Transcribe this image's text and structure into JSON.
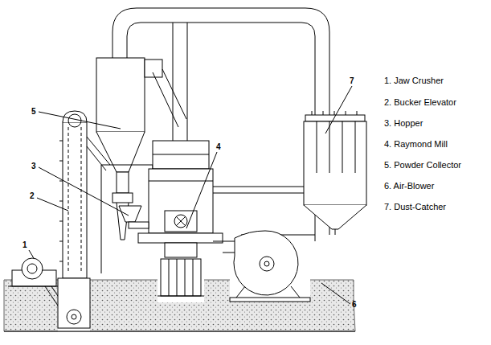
{
  "diagram": {
    "labels": [
      "1",
      "2",
      "3",
      "4",
      "5",
      "6",
      "7",
      "1. Jaw Crusher",
      "2. Bucker Elevator",
      "3. Hopper",
      "4. Raymond Mill",
      "5. Powder Collector",
      "6. Air-Blower",
      "7. Dust-Catcher"
    ]
  }
}
